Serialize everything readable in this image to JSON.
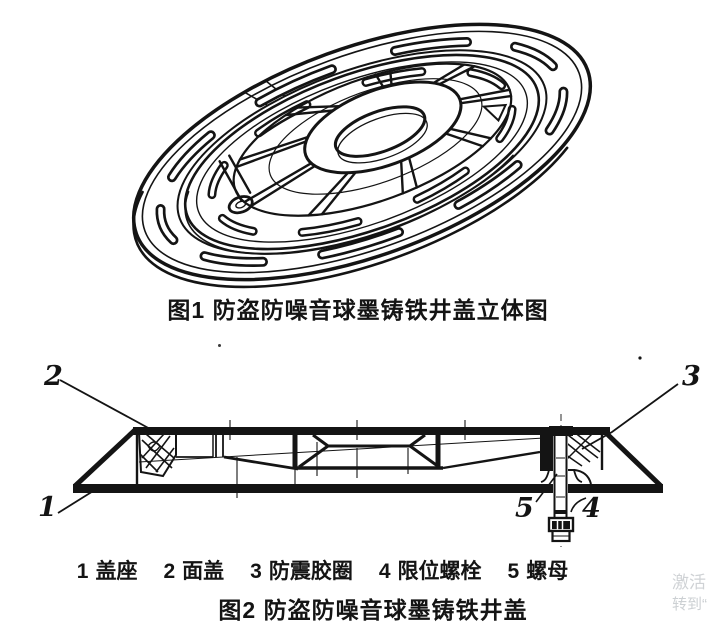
{
  "page": {
    "background": "#ffffff",
    "ink_color": "#141414",
    "watermark_color": "#cfd2d5"
  },
  "figure1": {
    "caption": "图1 防盗防噪音球墨铸铁井盖立体图"
  },
  "figure2": {
    "caption": "图2 防盗防噪音球墨铸铁井盖",
    "part_labels": [
      "1",
      "2",
      "3",
      "4",
      "5"
    ],
    "legend": [
      {
        "num": "1",
        "name": "盖座"
      },
      {
        "num": "2",
        "name": "面盖"
      },
      {
        "num": "3",
        "name": "防震胶圈"
      },
      {
        "num": "4",
        "name": "限位螺栓"
      },
      {
        "num": "5",
        "name": "螺母"
      }
    ]
  },
  "watermark": {
    "line1": "激活",
    "line2": "转到“"
  }
}
